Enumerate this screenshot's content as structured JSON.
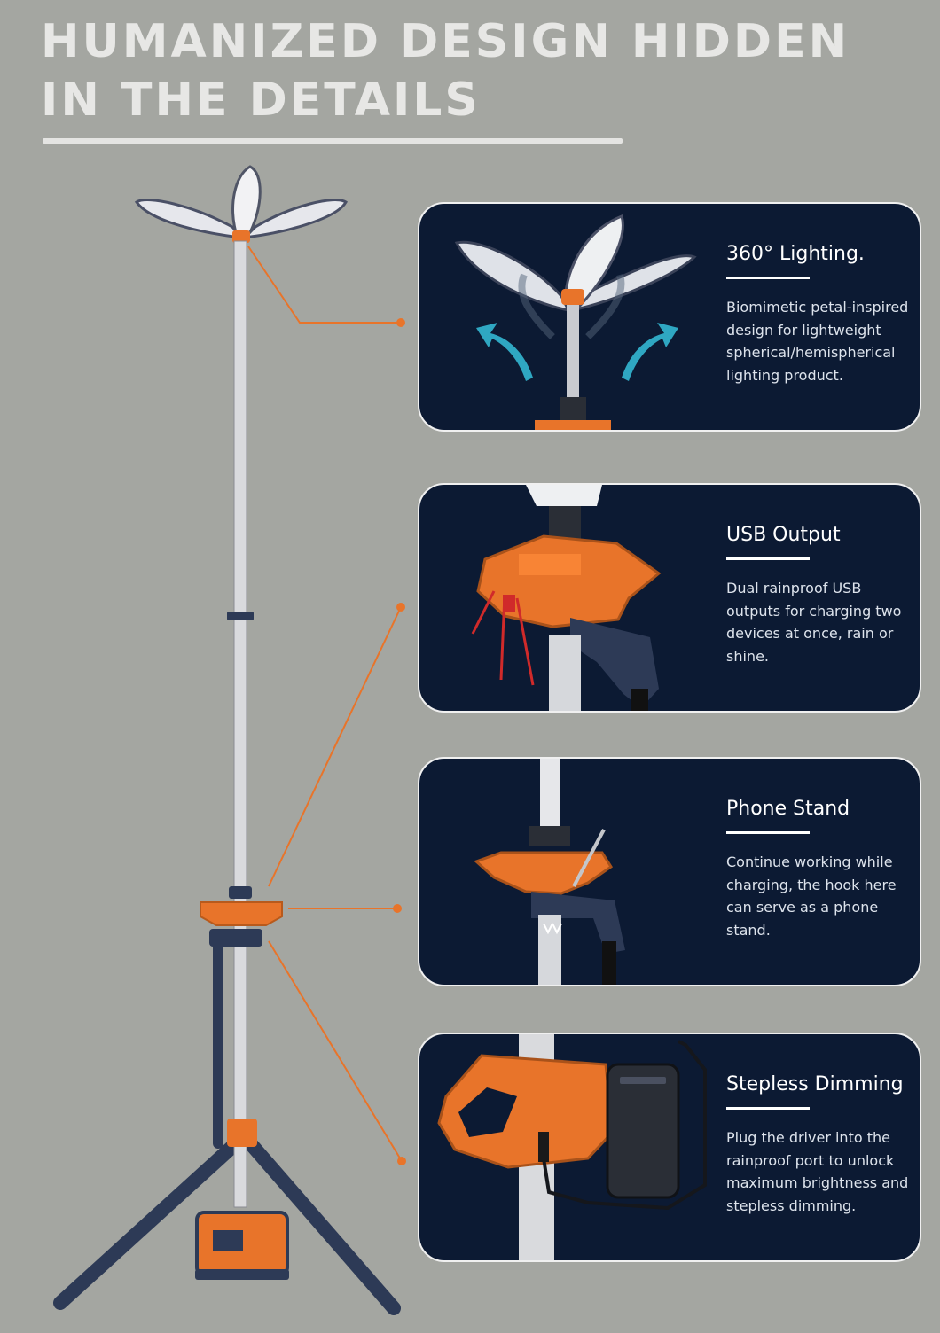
{
  "headline": {
    "line1": "HUMANIZED DESIGN HIDDEN",
    "line2": "IN THE DETAILS"
  },
  "features": [
    {
      "title": "360° Lighting.",
      "description": "Biomimetic petal-inspired design for lightweight spherical/hemispherical lighting product."
    },
    {
      "title": "USB Output",
      "description": "Dual rainproof USB outputs for charging two devices at once, rain or shine."
    },
    {
      "title": "Phone Stand",
      "description": "Continue working while charging, the hook here can serve as a phone stand."
    },
    {
      "title": "Stepless Dimming",
      "description": "Plug the driver into the rainproof port to unlock maximum brightness and stepless dimming."
    }
  ],
  "colors": {
    "background": "#a4a6a1",
    "card": "#0c1a33",
    "accent": "#e8742a",
    "leg": "#2d3a56"
  }
}
